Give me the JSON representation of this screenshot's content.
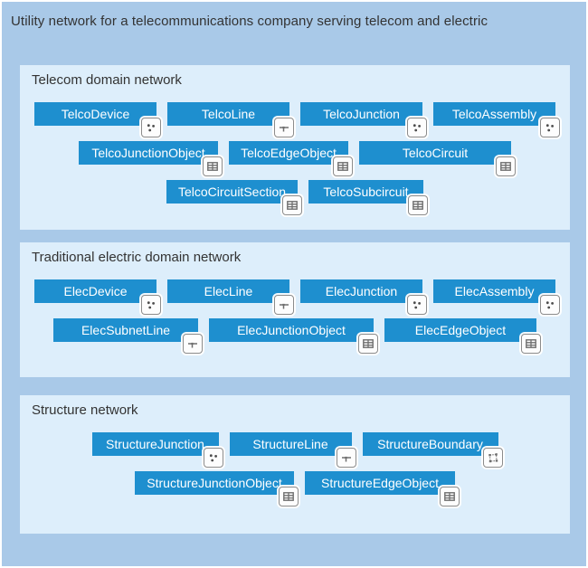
{
  "title": "Utility network for a telecommunications company serving telecom and electric",
  "colors": {
    "canvas_bg": "#a9c9e8",
    "panel_bg": "#ddeefb",
    "box_fill": "#1e8fcf",
    "box_text": "#ffffff",
    "heading_text": "#333333",
    "icon_glyph": "#6e6e6e"
  },
  "icon_legend": {
    "point": "point-feature-icon",
    "line": "line-feature-icon",
    "polygon": "polygon-feature-icon",
    "table": "table-icon"
  },
  "sections": [
    {
      "label": "Telecom domain network",
      "rows": [
        [
          {
            "label": "TelcoDevice",
            "icon": "point",
            "w": 135
          },
          {
            "label": "TelcoLine",
            "icon": "line",
            "w": 135
          },
          {
            "label": "TelcoJunction",
            "icon": "point",
            "w": 135
          },
          {
            "label": "TelcoAssembly",
            "icon": "point",
            "w": 135
          }
        ],
        [
          {
            "label": "TelcoJunctionObject",
            "icon": "table",
            "w": 154
          },
          {
            "label": "TelcoEdgeObject",
            "icon": "table",
            "w": 132
          },
          {
            "label": "TelcoCircuit",
            "icon": "table",
            "w": 168
          }
        ],
        [
          {
            "label": "TelcoCircuitSection",
            "icon": "table",
            "w": 145
          },
          {
            "label": "TelcoSubcircuit",
            "icon": "table",
            "w": 127
          }
        ]
      ]
    },
    {
      "label": "Traditional electric domain network",
      "rows": [
        [
          {
            "label": "ElecDevice",
            "icon": "point",
            "w": 135
          },
          {
            "label": "ElecLine",
            "icon": "line",
            "w": 135
          },
          {
            "label": "ElecJunction",
            "icon": "point",
            "w": 135
          },
          {
            "label": "ElecAssembly",
            "icon": "point",
            "w": 135
          }
        ],
        [
          {
            "label": "ElecSubnetLine",
            "icon": "line",
            "w": 160
          },
          {
            "label": "ElecJunctionObject",
            "icon": "table",
            "w": 182
          },
          {
            "label": "ElecEdgeObject",
            "icon": "table",
            "w": 168
          }
        ]
      ]
    },
    {
      "label": "Structure network",
      "rows": [
        [
          {
            "label": "StructureJunction",
            "icon": "point",
            "w": 140
          },
          {
            "label": "StructureLine",
            "icon": "line",
            "w": 135
          },
          {
            "label": "StructureBoundary",
            "icon": "polygon",
            "w": 150
          }
        ],
        [
          {
            "label": "StructureJunctionObject",
            "icon": "table",
            "w": 176
          },
          {
            "label": "StructureEdgeObject",
            "icon": "table",
            "w": 166
          }
        ]
      ]
    }
  ]
}
